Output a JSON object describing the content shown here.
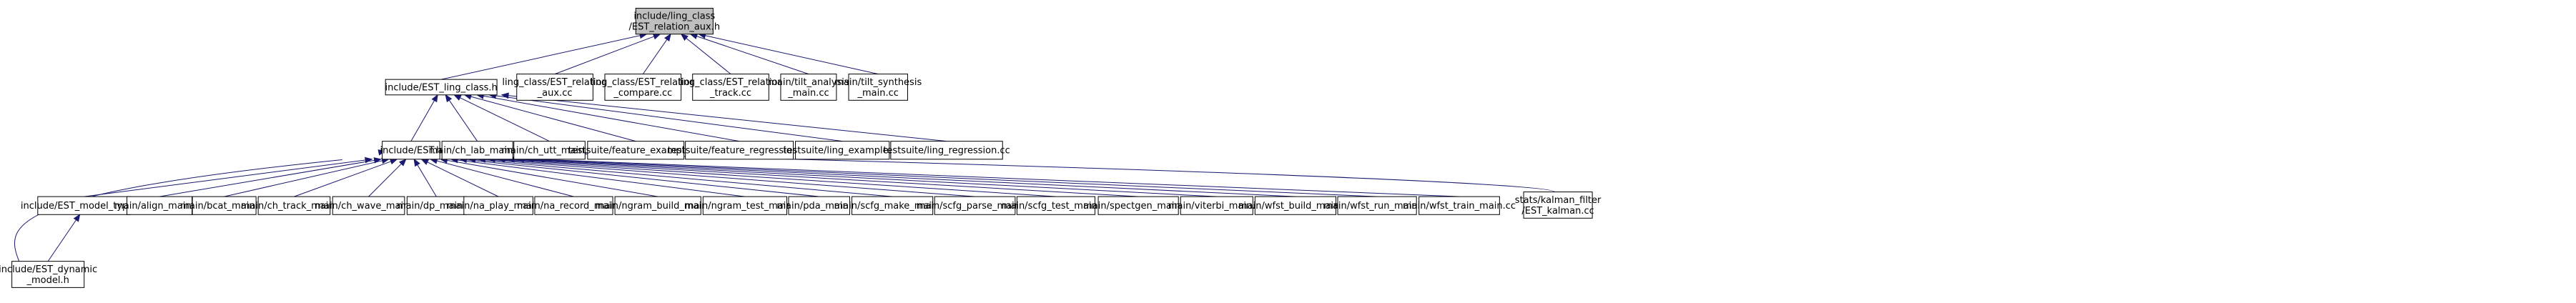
{
  "nodes": [
    {
      "id": "root",
      "lines": [
        "include/ling_class",
        "/EST_relation_aux.h"
      ],
      "root": true
    },
    {
      "id": "ling_class_h",
      "lines": [
        "include/EST_ling_class.h"
      ]
    },
    {
      "id": "relation_aux_cc",
      "lines": [
        "ling_class/EST_relation",
        "_aux.cc"
      ]
    },
    {
      "id": "relation_compare_cc",
      "lines": [
        "ling_class/EST_relation",
        "_compare.cc"
      ]
    },
    {
      "id": "relation_track_cc",
      "lines": [
        "ling_class/EST_relation",
        "_track.cc"
      ]
    },
    {
      "id": "tilt_analysis",
      "lines": [
        "main/tilt_analysis",
        "_main.cc"
      ]
    },
    {
      "id": "tilt_synthesis",
      "lines": [
        "main/tilt_synthesis",
        "_main.cc"
      ]
    },
    {
      "id": "est_h",
      "lines": [
        "include/EST.h"
      ]
    },
    {
      "id": "ch_lab",
      "lines": [
        "main/ch_lab_main.cc"
      ]
    },
    {
      "id": "ch_utt",
      "lines": [
        "main/ch_utt_main.cc"
      ]
    },
    {
      "id": "feature_example",
      "lines": [
        "testsuite/feature_example.cc"
      ]
    },
    {
      "id": "feature_regression",
      "lines": [
        "testsuite/feature_regression.cc"
      ]
    },
    {
      "id": "ling_example",
      "lines": [
        "testsuite/ling_example.cc"
      ]
    },
    {
      "id": "ling_regression",
      "lines": [
        "testsuite/ling_regression.cc"
      ]
    },
    {
      "id": "model_types",
      "lines": [
        "include/EST_model_types.h"
      ]
    },
    {
      "id": "align",
      "lines": [
        "main/align_main.cc"
      ]
    },
    {
      "id": "bcat",
      "lines": [
        "main/bcat_main.cc"
      ]
    },
    {
      "id": "ch_track",
      "lines": [
        "main/ch_track_main.cc"
      ]
    },
    {
      "id": "ch_wave",
      "lines": [
        "main/ch_wave_main.cc"
      ]
    },
    {
      "id": "dp",
      "lines": [
        "main/dp_main.cc"
      ]
    },
    {
      "id": "na_play",
      "lines": [
        "main/na_play_main.cc"
      ]
    },
    {
      "id": "na_record",
      "lines": [
        "main/na_record_main.cc"
      ]
    },
    {
      "id": "ngram_build",
      "lines": [
        "main/ngram_build_main.cc"
      ]
    },
    {
      "id": "ngram_test",
      "lines": [
        "main/ngram_test_main.cc"
      ]
    },
    {
      "id": "pda",
      "lines": [
        "main/pda_main.cc"
      ]
    },
    {
      "id": "scfg_make",
      "lines": [
        "main/scfg_make_main.cc"
      ]
    },
    {
      "id": "scfg_parse",
      "lines": [
        "main/scfg_parse_main.cc"
      ]
    },
    {
      "id": "scfg_test",
      "lines": [
        "main/scfg_test_main.cc"
      ]
    },
    {
      "id": "spectgen",
      "lines": [
        "main/spectgen_main.cc"
      ]
    },
    {
      "id": "viterbi",
      "lines": [
        "main/viterbi_main.cc"
      ]
    },
    {
      "id": "wfst_build",
      "lines": [
        "main/wfst_build_main.cc"
      ]
    },
    {
      "id": "wfst_run",
      "lines": [
        "main/wfst_run_main.cc"
      ]
    },
    {
      "id": "wfst_train",
      "lines": [
        "main/wfst_train_main.cc"
      ]
    },
    {
      "id": "kalman",
      "lines": [
        "stats/kalman_filter",
        "/EST_kalman.cc"
      ]
    },
    {
      "id": "dynamic_model",
      "lines": [
        "include/EST_dynamic",
        "_model.h"
      ]
    }
  ],
  "edges": [
    {
      "from": "ling_class_h",
      "to": "root"
    },
    {
      "from": "relation_aux_cc",
      "to": "root"
    },
    {
      "from": "relation_compare_cc",
      "to": "root"
    },
    {
      "from": "relation_track_cc",
      "to": "root"
    },
    {
      "from": "tilt_analysis",
      "to": "root"
    },
    {
      "from": "tilt_synthesis",
      "to": "root"
    },
    {
      "from": "est_h",
      "to": "ling_class_h"
    },
    {
      "from": "ch_lab",
      "to": "ling_class_h"
    },
    {
      "from": "ch_utt",
      "to": "ling_class_h"
    },
    {
      "from": "feature_example",
      "to": "ling_class_h"
    },
    {
      "from": "feature_regression",
      "to": "ling_class_h"
    },
    {
      "from": "ling_example",
      "to": "ling_class_h"
    },
    {
      "from": "ling_regression",
      "to": "ling_class_h"
    },
    {
      "from": "model_types",
      "to": "est_h"
    },
    {
      "from": "align",
      "to": "est_h"
    },
    {
      "from": "bcat",
      "to": "est_h"
    },
    {
      "from": "ch_track",
      "to": "est_h"
    },
    {
      "from": "ch_wave",
      "to": "est_h"
    },
    {
      "from": "dp",
      "to": "est_h"
    },
    {
      "from": "na_play",
      "to": "est_h"
    },
    {
      "from": "na_record",
      "to": "est_h"
    },
    {
      "from": "ngram_build",
      "to": "est_h"
    },
    {
      "from": "ngram_test",
      "to": "est_h"
    },
    {
      "from": "pda",
      "to": "est_h"
    },
    {
      "from": "scfg_make",
      "to": "est_h"
    },
    {
      "from": "scfg_parse",
      "to": "est_h"
    },
    {
      "from": "scfg_test",
      "to": "est_h"
    },
    {
      "from": "spectgen",
      "to": "est_h"
    },
    {
      "from": "viterbi",
      "to": "est_h"
    },
    {
      "from": "wfst_build",
      "to": "est_h"
    },
    {
      "from": "wfst_run",
      "to": "est_h"
    },
    {
      "from": "wfst_train",
      "to": "est_h"
    },
    {
      "from": "kalman",
      "to": "est_h"
    },
    {
      "from": "dynamic_model",
      "to": "est_h"
    },
    {
      "from": "dynamic_model",
      "to": "model_types"
    }
  ],
  "colors": {
    "edge": "#191970",
    "node_border": "#000000",
    "root_fill": "#bfbfbf",
    "node_fill": "#ffffff"
  }
}
